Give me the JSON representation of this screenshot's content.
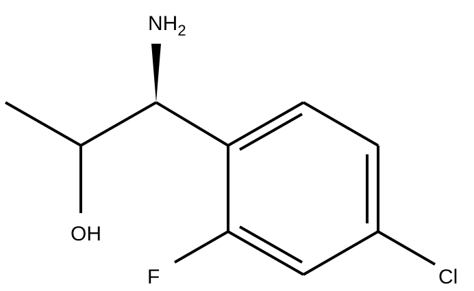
{
  "molecule": {
    "atom_labels": {
      "amine": "NH",
      "amine_subscript": "2",
      "hydroxyl": "OH",
      "fluorine": "F",
      "chlorine": "Cl"
    },
    "bond_color": "#000000",
    "label_color": "#000000",
    "background": "#ffffff",
    "stereo_bond": "wedge"
  }
}
